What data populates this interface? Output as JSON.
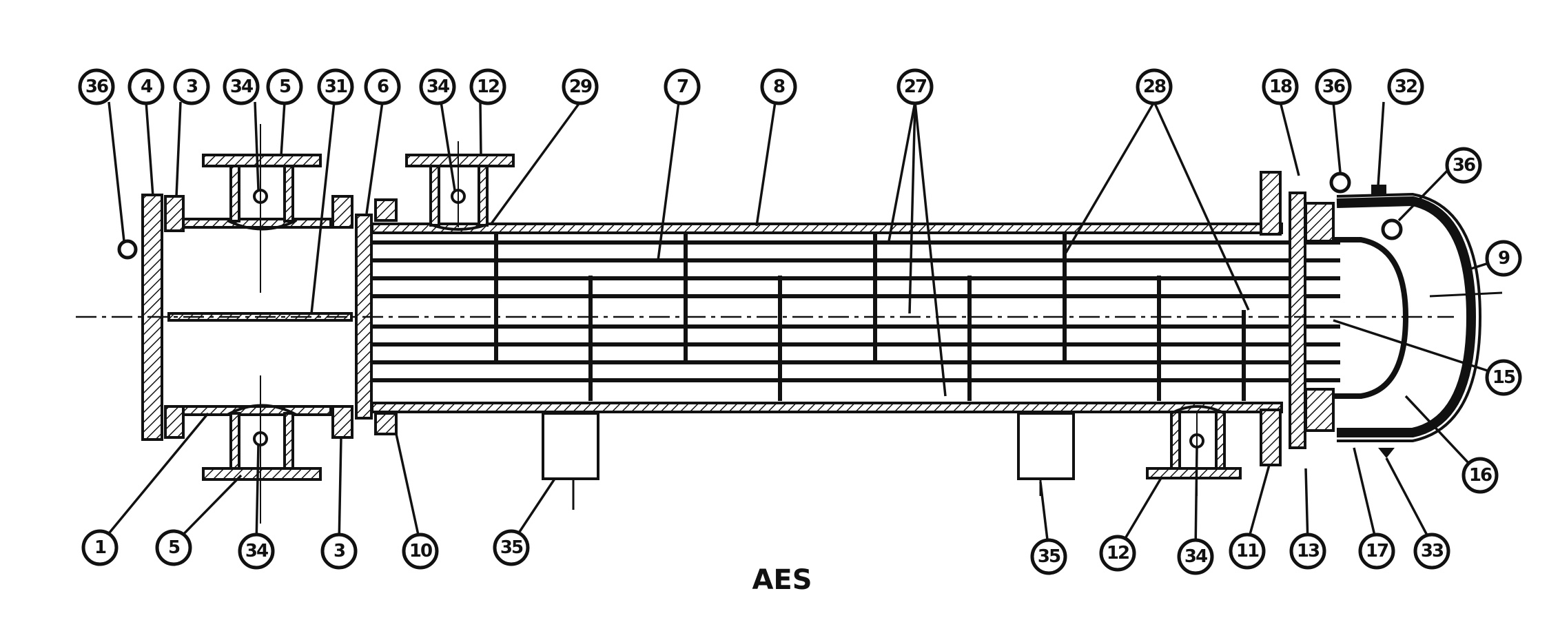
{
  "title": "AES",
  "callouts": [
    {
      "id": "c-36a",
      "label": "36"
    },
    {
      "id": "c-4",
      "label": "4"
    },
    {
      "id": "c-3a",
      "label": "3"
    },
    {
      "id": "c-34a",
      "label": "34"
    },
    {
      "id": "c-5a",
      "label": "5"
    },
    {
      "id": "c-31",
      "label": "31"
    },
    {
      "id": "c-6",
      "label": "6"
    },
    {
      "id": "c-34b",
      "label": "34"
    },
    {
      "id": "c-12a",
      "label": "12"
    },
    {
      "id": "c-29",
      "label": "29"
    },
    {
      "id": "c-7",
      "label": "7"
    },
    {
      "id": "c-8",
      "label": "8"
    },
    {
      "id": "c-27",
      "label": "27"
    },
    {
      "id": "c-28",
      "label": "28"
    },
    {
      "id": "c-18",
      "label": "18"
    },
    {
      "id": "c-36b",
      "label": "36"
    },
    {
      "id": "c-32",
      "label": "32"
    },
    {
      "id": "c-36c",
      "label": "36"
    },
    {
      "id": "c-9",
      "label": "9"
    },
    {
      "id": "c-15",
      "label": "15"
    },
    {
      "id": "c-16",
      "label": "16"
    },
    {
      "id": "c-1",
      "label": "1"
    },
    {
      "id": "c-5b",
      "label": "5"
    },
    {
      "id": "c-34c",
      "label": "34"
    },
    {
      "id": "c-3b",
      "label": "3"
    },
    {
      "id": "c-10",
      "label": "10"
    },
    {
      "id": "c-35a",
      "label": "35"
    },
    {
      "id": "c-35b",
      "label": "35"
    },
    {
      "id": "c-12b",
      "label": "12"
    },
    {
      "id": "c-34d",
      "label": "34"
    },
    {
      "id": "c-11",
      "label": "11"
    },
    {
      "id": "c-13",
      "label": "13"
    },
    {
      "id": "c-17",
      "label": "17"
    },
    {
      "id": "c-33",
      "label": "33"
    }
  ]
}
